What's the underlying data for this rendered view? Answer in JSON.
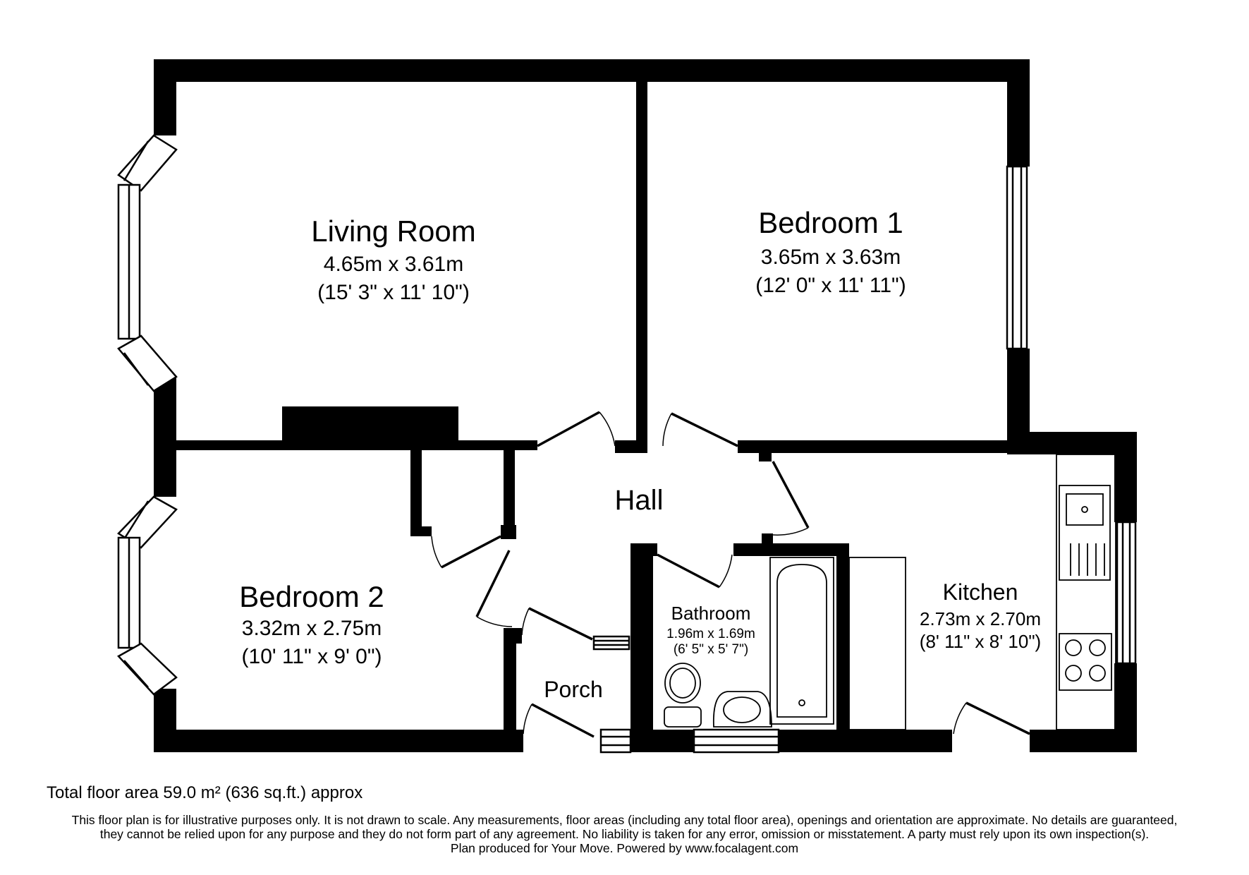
{
  "rooms": [
    {
      "key": "living",
      "name": "Living Room",
      "metric": "4.65m x 3.61m",
      "imperial": "(15' 3\" x 11' 10\")"
    },
    {
      "key": "bed1",
      "name": "Bedroom 1",
      "metric": "3.65m x 3.63m",
      "imperial": "(12' 0\" x 11' 11\")"
    },
    {
      "key": "hall",
      "name": "Hall"
    },
    {
      "key": "bed2",
      "name": "Bedroom 2",
      "metric": "3.32m x 2.75m",
      "imperial": "(10' 11\" x 9' 0\")"
    },
    {
      "key": "bath",
      "name": "Bathroom",
      "metric": "1.96m x 1.69m",
      "imperial": "(6' 5\" x 5' 7\")"
    },
    {
      "key": "kitchen",
      "name": "Kitchen",
      "metric": "2.73m x 2.70m",
      "imperial": "(8' 11\" x 8' 10\")"
    },
    {
      "key": "porch",
      "name": "Porch"
    }
  ],
  "footer": {
    "total_area": "Total floor area 59.0 m² (636 sq.ft.) approx",
    "disclaimer_lines": [
      "This floor plan is for illustrative purposes only. It is not drawn to scale. Any measurements, floor areas (including any total floor area), openings and orientation are approximate. No details are guaranteed,",
      "they cannot be relied upon for any purpose and they do not form part of any agreement. No liability is taken for any error, omission or misstatement. A party must rely upon its own inspection(s).",
      "Plan produced for Your Move. Powered by www.focalagent.com"
    ]
  }
}
